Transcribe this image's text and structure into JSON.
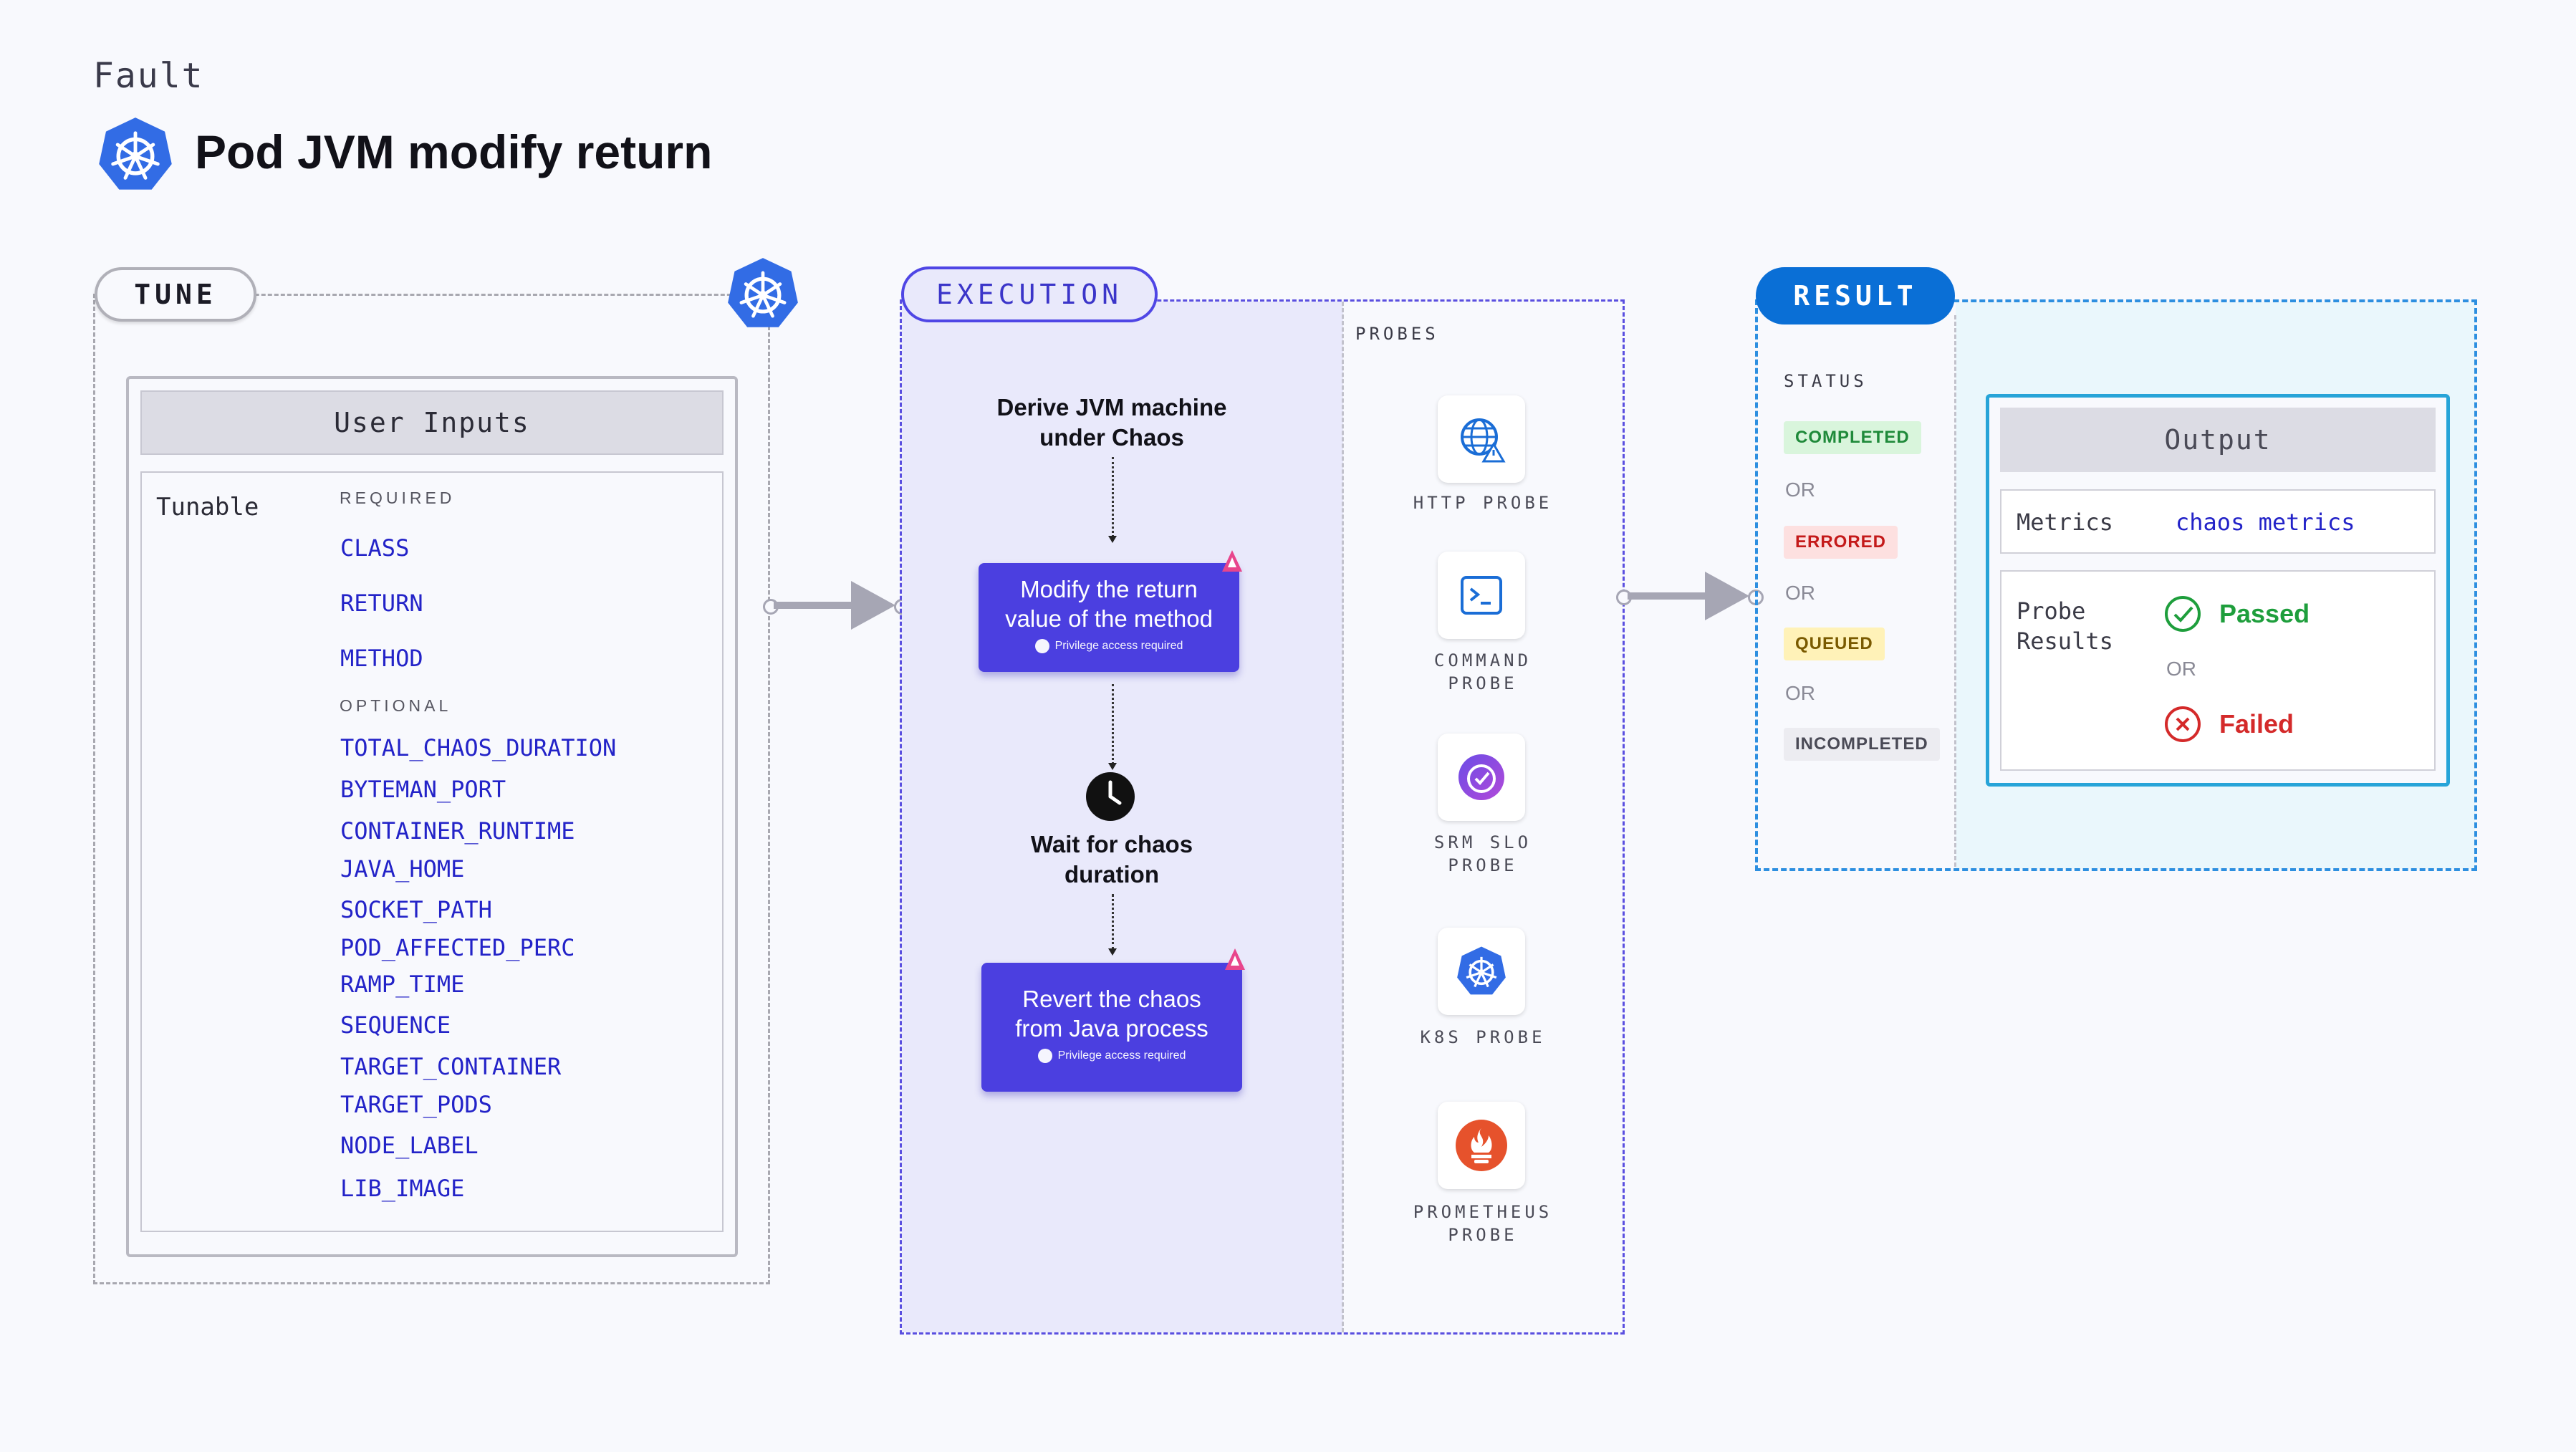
{
  "header": {
    "kicker": "Fault",
    "title": "Pod JVM modify return"
  },
  "tune": {
    "pill": "TUNE",
    "card_title": "User Inputs",
    "tunable_label": "Tunable",
    "required_label": "REQUIRED",
    "required": [
      "CLASS",
      "RETURN",
      "METHOD"
    ],
    "optional_label": "OPTIONAL",
    "optional": [
      "TOTAL_CHAOS_DURATION",
      "BYTEMAN_PORT",
      "CONTAINER_RUNTIME",
      "JAVA_HOME",
      "SOCKET_PATH",
      "POD_AFFECTED_PERC",
      "RAMP_TIME",
      "SEQUENCE",
      "TARGET_CONTAINER",
      "TARGET_PODS",
      "NODE_LABEL",
      "LIB_IMAGE"
    ]
  },
  "execution": {
    "pill": "EXECUTION",
    "steps": {
      "derive": "Derive JVM machine\nunder Chaos",
      "modify": "Modify the return\nvalue of the method",
      "modify_note": "Privilege access required",
      "wait": "Wait for chaos\nduration",
      "revert": "Revert the chaos\nfrom Java process",
      "revert_note": "Privilege access required"
    },
    "probes_label": "PROBES",
    "probes": [
      {
        "label": "HTTP PROBE",
        "icon": "globe-warning-icon"
      },
      {
        "label": "COMMAND\nPROBE",
        "icon": "terminal-icon"
      },
      {
        "label": "SRM SLO\nPROBE",
        "icon": "slo-gauge-icon"
      },
      {
        "label": "K8S PROBE",
        "icon": "kubernetes-icon"
      },
      {
        "label": "PROMETHEUS\nPROBE",
        "icon": "prometheus-icon"
      }
    ]
  },
  "result": {
    "pill": "RESULT",
    "status_label": "STATUS",
    "statuses": [
      {
        "label": "COMPLETED",
        "color": "#1f8a3a",
        "bg": "#d9f5dc"
      },
      {
        "label": "ERRORED",
        "color": "#c41a1a",
        "bg": "#fde0e0"
      },
      {
        "label": "QUEUED",
        "color": "#7a5a00",
        "bg": "#fff2b8"
      },
      {
        "label": "INCOMPLETED",
        "color": "#4a4a56",
        "bg": "#ececf1"
      }
    ],
    "or_text": "OR",
    "output_title": "Output",
    "metrics_label": "Metrics",
    "metrics_value": "chaos metrics",
    "probe_results_label": "Probe\nResults",
    "passed": "Passed",
    "failed": "Failed"
  },
  "colors": {
    "accent_execution": "#4f46e5",
    "accent_result": "#0a6fd6",
    "param_text": "#2323c8",
    "passed": "#1e9e3c",
    "failed": "#d42a2a"
  }
}
